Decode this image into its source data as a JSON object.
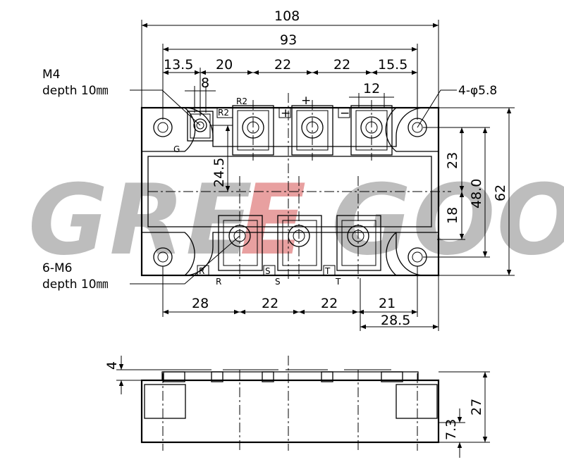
{
  "watermark": {
    "text_left": "GRE",
    "text_mid": "E",
    "text_right": "GOO",
    "color_gray": "#bdbdbd",
    "color_red": "#e8a0a0"
  },
  "labels": {
    "m4": "M4",
    "m4_depth": "depth 10㎜",
    "m6": "6-M6",
    "m6_depth": "depth 10㎜",
    "hole": "4-φ5.8",
    "r2": "R2",
    "r2_small": "R2",
    "plus": "+",
    "minus": "−",
    "g": "G",
    "r": "R",
    "s": "S",
    "t": "T",
    "r_small": "R",
    "s_small": "S",
    "t_small": "T"
  },
  "dims": {
    "total_width": "108",
    "inner_width": "93",
    "d13_5": "13.5",
    "d20": "20",
    "d22a": "22",
    "d22b": "22",
    "d15_5": "15.5",
    "d8": "8",
    "d12": "12",
    "d24_5": "24.5",
    "d23": "23",
    "d18": "18",
    "d48": "48.0",
    "d62": "62",
    "d28": "28",
    "d22c": "22",
    "d22d": "22",
    "d21": "21",
    "d28_5": "28.5",
    "d4": "4",
    "d7_3": "7.3",
    "d27": "27"
  }
}
